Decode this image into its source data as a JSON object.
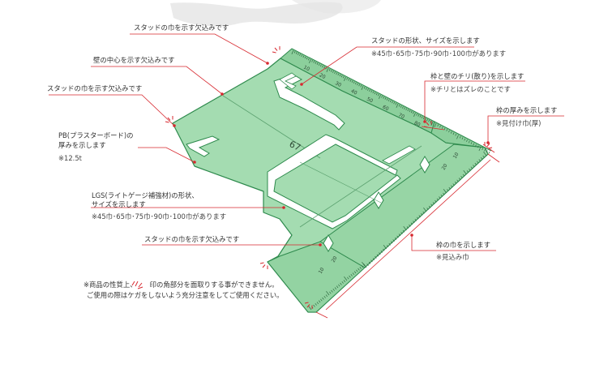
{
  "callouts": {
    "stud_notch_top": "スタッドの巾を示す欠込みです",
    "wall_center": "壁の中心を示す欠込みです",
    "stud_notch_left": "スタッドの巾を示す欠込みです",
    "pb_title_1": "PB(プラスターボード)の",
    "pb_title_2": "厚みを示します",
    "pb_sub": "※12.5t",
    "lgs_title_1": "LGS(ライトゲージ補強材)の形状、",
    "lgs_title_2": "サイズを示します",
    "lgs_sub": "※45巾･65巾･75巾･90巾･100巾があります",
    "stud_notch_bottom": "スタッドの巾を示す欠込みです",
    "stud_shape": "スタッドの形状、サイズを示します",
    "stud_shape_sub": "※45巾･65巾･75巾･90巾･100巾があります",
    "frame_gap": "枠と壁のチリ(散り)を示します",
    "frame_gap_sub": "※チリとはズレのことです",
    "frame_thick": "枠の厚みを示します",
    "frame_thick_sub": "※見付け巾(厚)",
    "frame_width": "枠の巾を示します",
    "frame_width_sub": "※見込み巾"
  },
  "tool_text": {
    "model": "67"
  },
  "ruler_numbers": {
    "top": [
      "10",
      "20",
      "30",
      "40",
      "50",
      "60",
      "70",
      "80"
    ],
    "right": [
      "10",
      "20"
    ],
    "bottom": [
      "10",
      "20"
    ]
  },
  "note": {
    "line1_pre": "※商品の性質上、",
    "line1_post": "印の角部分を面取りする事ができません。",
    "line2": "ご使用の際はケガをしないよう充分注意をしてご使用ください。"
  },
  "colors": {
    "plate_fill": "#a4dcb1",
    "plate_stroke": "#2e8a4d",
    "ruler_fill": "#8ccf9c",
    "leader": "#d7282f"
  }
}
